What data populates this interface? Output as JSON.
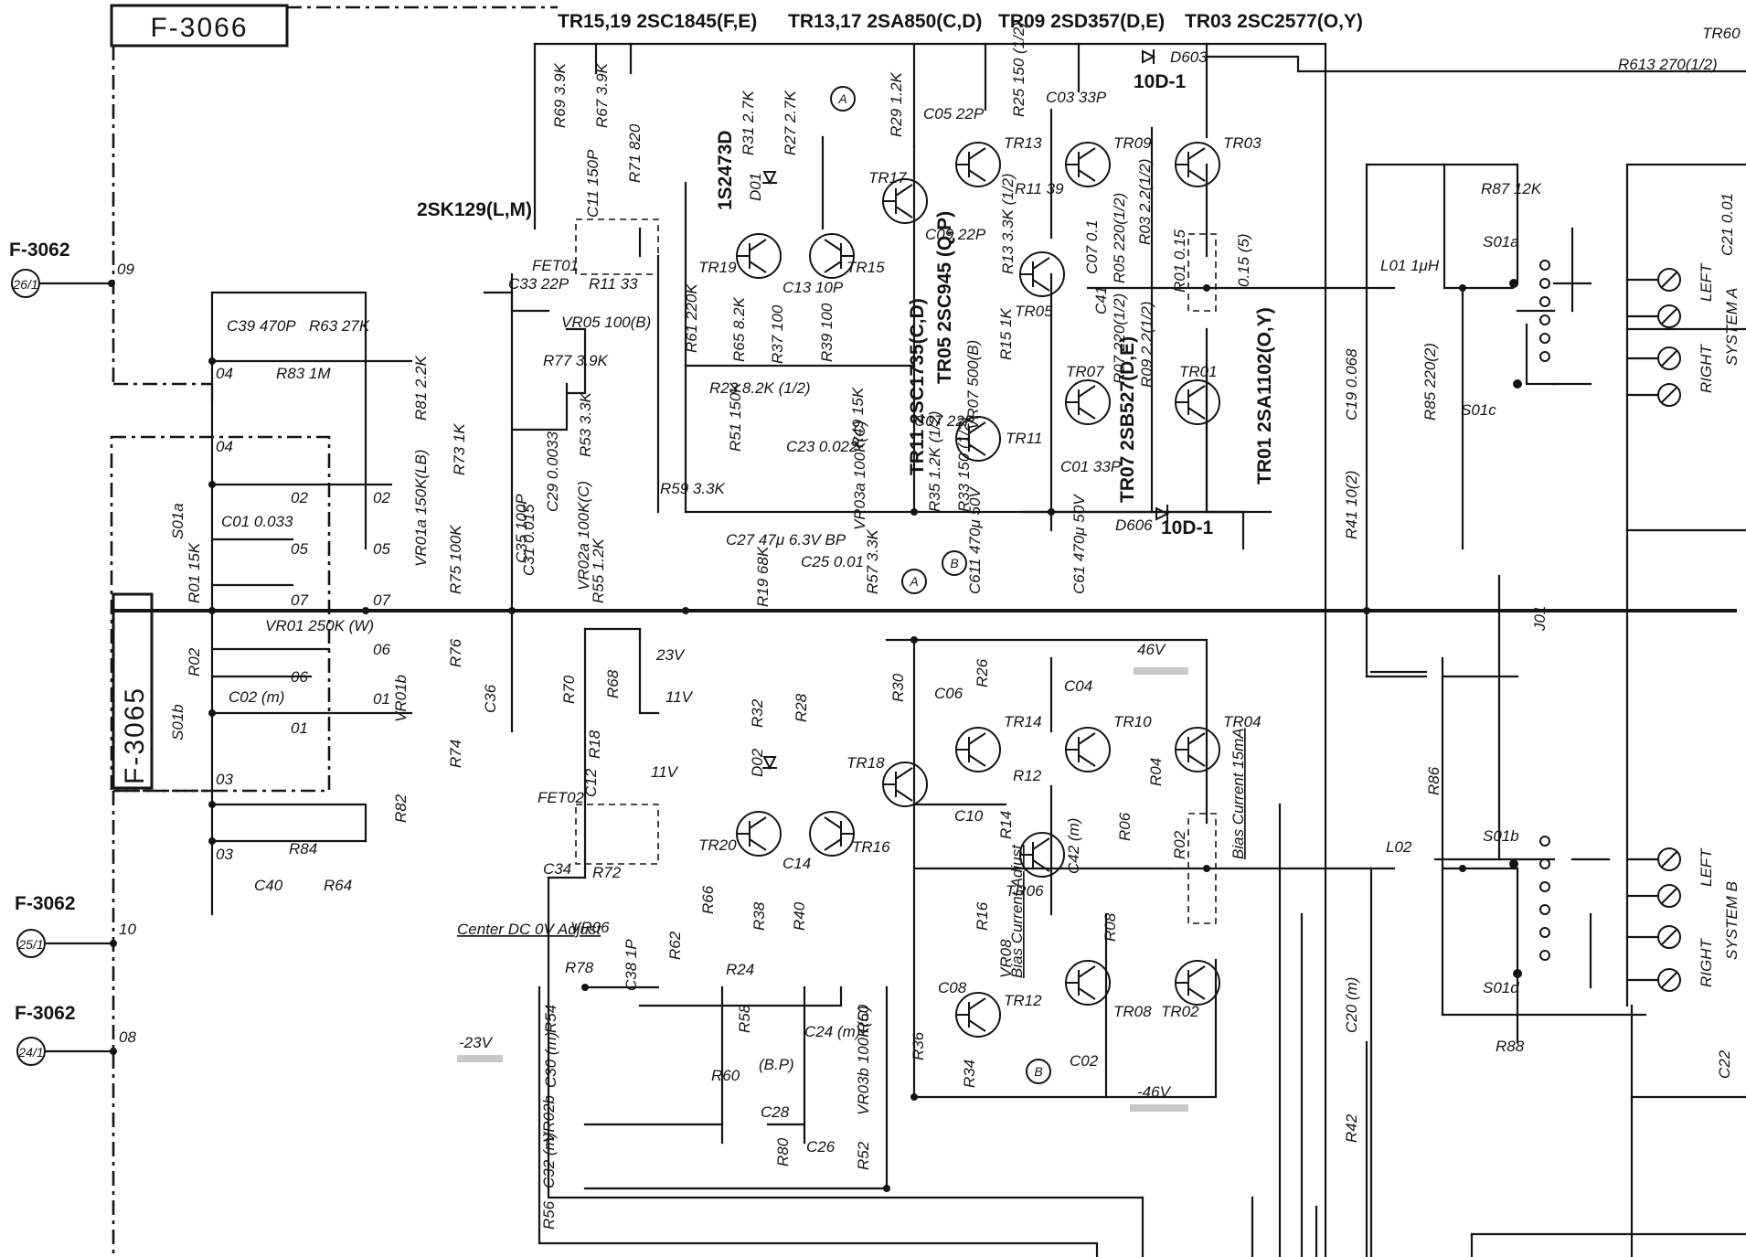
{
  "boards": {
    "main": "F-3066",
    "sub": "F-3065"
  },
  "connectors": [
    {
      "board": "F-3062",
      "pin": "26/1",
      "node": "09"
    },
    {
      "board": "F-3062",
      "pin": "25/1",
      "node": "10"
    },
    {
      "board": "F-3062",
      "pin": "24/1",
      "node": "08"
    }
  ],
  "header": {
    "part1": "TR15,19 2SC1845(F,E)",
    "part2": "TR13,17 2SA850(C,D)",
    "part3": "TR09 2SD357(D,E)",
    "part4": "TR03 2SC2577(O,Y)",
    "part5": "TR60"
  },
  "devices": {
    "fet": "2SK129(L,M)",
    "fet01": "FET01",
    "fet02": "FET02",
    "diode_zener": "1S2473D",
    "d603": "D603",
    "d603_type": "10D-1",
    "d606": "D606",
    "d606_type": "10D-1",
    "tr05_11": "TR05 2SC945 (Q,P)",
    "tr11": "TR11 2SC1735(C,D)",
    "tr07": "TR07 2SB527(D,E)",
    "tr01": "TR01 2SA1102(O,Y)",
    "vr07": "VR07 500(B)",
    "vr08": "VR08"
  },
  "transistors": [
    "TR17",
    "TR13",
    "TR09",
    "TR03",
    "TR19",
    "TR15",
    "TR05",
    "TR07",
    "TR01",
    "TR11",
    "TR18",
    "TR14",
    "TR10",
    "TR04",
    "TR20",
    "TR16",
    "TR06",
    "TR12",
    "TR08",
    "TR02"
  ],
  "labels_top": {
    "r69": "R69 3.9K",
    "r67": "R67 3.9K",
    "r71": "R71 820",
    "c11": "C11 150P",
    "r31": "R31 2.7K",
    "r27": "R27 2.7K",
    "d01": "D01",
    "r29": "R29 1.2K",
    "c05": "C05 22P",
    "r25": "R25 150 (1/2)",
    "c03": "C03 33P",
    "r11": "R11 39",
    "c09": "C09 22P",
    "r13": "R13 3.3K (1/2)",
    "c07_1": "C07 0.1",
    "r05": "R05 220(1/2)",
    "r03": "R03 2.2(1/2)",
    "r01": "R01 0.15",
    "r01b": "0.15 (5)",
    "c41": "C41",
    "r07": "R07 220(1/2)",
    "r09": "R09 2.2(1/2)",
    "c13": "C13 10P",
    "r39": "R39 100",
    "r37": "R37 100",
    "r65": "R65 8.2K",
    "r61": "R61 220K",
    "r23": "R23 8.2K (1/2)",
    "r15": "R15 1K",
    "c07": "C07 22P",
    "r35": "R35 1.2K (1/2)",
    "r33": "R33 150 (1/2)",
    "c01": "C01 33P",
    "c33": "C33 22P",
    "r11b": "R11 33",
    "vr05": "VR05 100(B)",
    "r77": "R77 3.9K",
    "r53": "R53 3.3K",
    "c29": "C29 0.0033",
    "c31": "C31 0.015",
    "vr02a": "VR02a 100K(C)",
    "r55": "R55 1.2K",
    "r51": "R51 150K",
    "c23": "C23 0.022",
    "r49": "R49 15K",
    "r59": "R59 3.3K",
    "c27": "C27 47μ 6.3V BP",
    "c25": "C25 0.01",
    "r19": "R19 68K",
    "vr03a": "VR03a 100K(C)",
    "r57": "R57 3.3K",
    "c611": "C611 470μ 50V",
    "c61": "C61 470μ 50V",
    "c35": "C35 100P",
    "r73": "R73 1K",
    "r75": "R75 100K",
    "r81": "R81 2.2K",
    "vr01a": "VR01a 150K(LB)",
    "c39": "C39 470P",
    "r63": "R63 27K",
    "r83": "R83 1M",
    "r613": "R613 270(1/2)",
    "r87": "R87 12K",
    "c21": "C21 0.01",
    "l01": "L01 1μH",
    "c19": "C19 0.068",
    "r85": "R85 220(2)",
    "r41": "R41 10(2)",
    "j01": "J01"
  },
  "labels_bottom": {
    "v23": "23V",
    "v11a": "11V",
    "v11b": "11V",
    "v46": "46V",
    "vm46": "-46V",
    "vm23": "-23V",
    "r70": "R70",
    "r68": "R68",
    "r18": "R18",
    "c12": "C12",
    "r32": "R32",
    "r28": "R28",
    "d02": "D02",
    "r30": "R30",
    "c06": "C06",
    "r26": "R26",
    "c04": "C04",
    "r12": "R12",
    "c10": "C10",
    "r14": "R14",
    "r04": "R04",
    "r06": "R06",
    "c42": "C42 (m)",
    "r02": "R02",
    "r16": "R16",
    "r08": "R08",
    "c08": "C08",
    "r36": "R36",
    "r34": "R34",
    "c02": "C02",
    "c34": "C34",
    "r72": "R72",
    "vr06": "VR06",
    "r78": "R78",
    "c38": "C38 1P",
    "r62": "R62",
    "r66": "R66",
    "r38": "R38",
    "r40": "R40",
    "r24": "R24",
    "c14": "C14",
    "c36": "C36",
    "r76": "R76",
    "r74": "R74",
    "r82": "R82",
    "vr01b": "VR01b",
    "r84": "R84",
    "c40": "C40",
    "r64": "R64",
    "r54": "R54",
    "c30": "C30 (m)",
    "vr02b": "VR02b",
    "c32": "C32 (m)",
    "r56": "R56",
    "r58": "R58",
    "r60": "R60",
    "bp": "(B.P)",
    "c28": "C28",
    "c24": "C24 (m)",
    "c26": "C26",
    "r80": "R80",
    "r50": "R50",
    "vr03b": "VR03b 100K(C)",
    "r52": "R52",
    "l02": "L02",
    "r86": "R86",
    "c20": "C20 (m)",
    "r42": "R42",
    "r88": "R88",
    "c22": "C22"
  },
  "switch_labels": {
    "s01a_l": "S01a",
    "s01b_l": "S01b",
    "s01a_r": "S01a",
    "s01b_r": "S01b",
    "s01c": "S01c",
    "s01d": "S01d",
    "sys_a": "SYSTEM A",
    "sys_b": "SYSTEM B",
    "left": "LEFT",
    "right": "RIGHT",
    "c01": "C01 0.033",
    "r01": "R01 15K",
    "vr01": "VR01 250K (W)",
    "c02": "C02 (m)",
    "r02": "R02"
  },
  "nodes": [
    "09",
    "04",
    "04",
    "02",
    "02",
    "05",
    "05",
    "07",
    "07",
    "06",
    "06",
    "01",
    "01",
    "03",
    "03",
    "10",
    "08"
  ],
  "annotations": {
    "center": "Center DC 0V Adjust",
    "bias": "Bias Current Adjust",
    "bias_current": "Bias Current 15mA"
  }
}
